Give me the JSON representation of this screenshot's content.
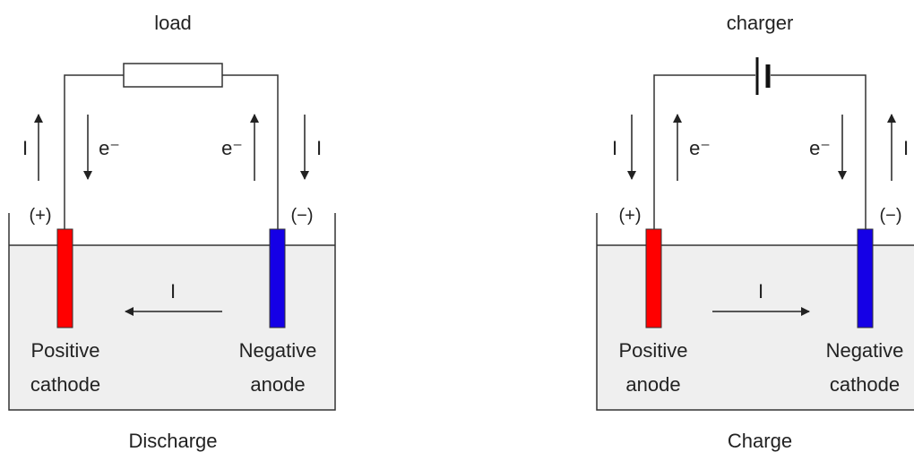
{
  "colors": {
    "positive_electrode": "#ff0000",
    "negative_electrode": "#1500e6",
    "electrolyte": "#efefef",
    "line": "#333333",
    "text": "#222222"
  },
  "discharge": {
    "caption": "Discharge",
    "source_label": "load",
    "left_sign": "(+)",
    "right_sign": "(−)",
    "left_current": "I",
    "left_electron": "e⁻",
    "right_electron": "e⁻",
    "right_current": "I",
    "internal_current": "I",
    "left_electrode_line1": "Positive",
    "left_electrode_line2": "cathode",
    "right_electrode_line1": "Negative",
    "right_electrode_line2": "anode"
  },
  "charge": {
    "caption": "Charge",
    "source_label": "charger",
    "left_sign": "(+)",
    "right_sign": "(−)",
    "left_current": "I",
    "left_electron": "e⁻",
    "right_electron": "e⁻",
    "right_current": "I",
    "internal_current": "I",
    "left_electrode_line1": "Positive",
    "left_electrode_line2": "anode",
    "right_electrode_line1": "Negative",
    "right_electrode_line2": "cathode"
  }
}
